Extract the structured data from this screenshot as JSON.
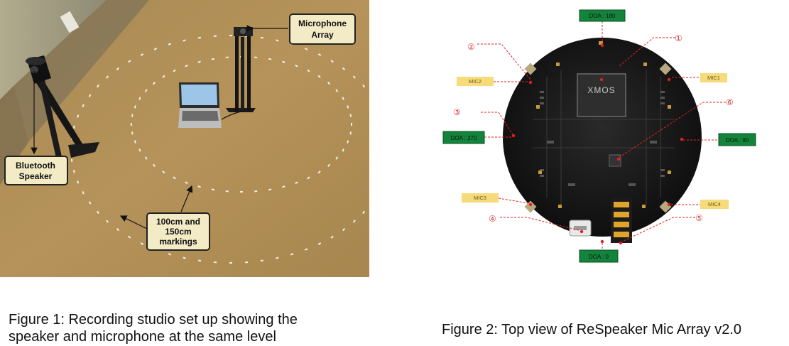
{
  "figure1": {
    "callouts": {
      "microphone_array": [
        "Microphone",
        "Array"
      ],
      "bluetooth_speaker": [
        "Bluetooth",
        "Speaker"
      ],
      "markings": [
        "100cm and",
        "150cm",
        "markings"
      ]
    },
    "caption_lines": [
      "Figure 1: Recording studio set up showing the",
      "speaker and microphone at the same level"
    ]
  },
  "figure2": {
    "doa": {
      "top": "DOA : 180",
      "right": "DOA : 90",
      "left": "DOA : 270",
      "bottom": "DOA : 0"
    },
    "mics": {
      "mic1": "MIC1",
      "mic2": "MIC2",
      "mic3": "MIC3",
      "mic4": "MIC4"
    },
    "chip_label": "XMOS",
    "numbers": {
      "n1": "①",
      "n2": "②",
      "n3": "③",
      "n4": "④",
      "n5": "⑤",
      "n6": "⑥"
    },
    "caption": "Figure 2: Top view of ReSpeaker Mic Array v2.0"
  }
}
